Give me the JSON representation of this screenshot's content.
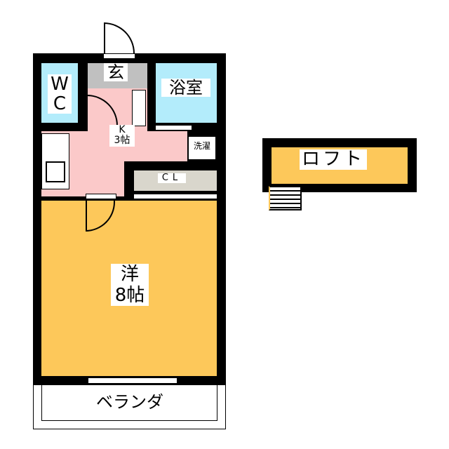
{
  "rooms": {
    "wc": "W\nC",
    "entrance": "玄",
    "bath": "浴室",
    "kitchen_type": "K",
    "kitchen_size": "3帖",
    "laundry": "洗濯",
    "closet": "CL",
    "western_type": "洋",
    "western_size": "8帖",
    "veranda": "ベランダ",
    "loft": "ロフト"
  },
  "colors": {
    "wall": "#000000",
    "wet_area": "#b3ecfb",
    "kitchen": "#fbc9c9",
    "entrance": "#c0c0c0",
    "closet": "#d9d6cc",
    "western": "#fdc85a"
  }
}
